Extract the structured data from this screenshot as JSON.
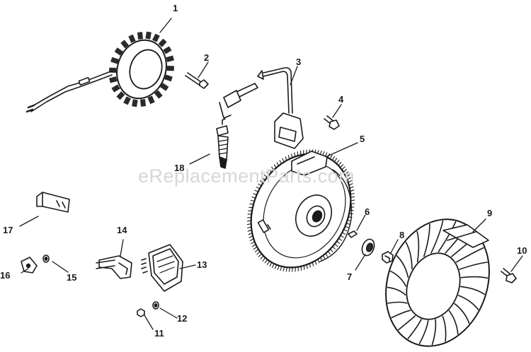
{
  "diagram": {
    "watermark": "eReplacementParts.com",
    "callouts": [
      "1",
      "2",
      "3",
      "4",
      "5",
      "6",
      "7",
      "8",
      "9",
      "10",
      "11",
      "12",
      "13",
      "14",
      "15",
      "16",
      "17",
      "18"
    ],
    "parts": [
      {
        "id": "1",
        "name": "stator"
      },
      {
        "id": "2",
        "name": "screw"
      },
      {
        "id": "3",
        "name": "ignition-module"
      },
      {
        "id": "4",
        "name": "screw"
      },
      {
        "id": "5",
        "name": "flywheel"
      },
      {
        "id": "6",
        "name": "key"
      },
      {
        "id": "7",
        "name": "washer"
      },
      {
        "id": "8",
        "name": "screw"
      },
      {
        "id": "9",
        "name": "fan"
      },
      {
        "id": "10",
        "name": "screw"
      },
      {
        "id": "11",
        "name": "screw"
      },
      {
        "id": "12",
        "name": "washer"
      },
      {
        "id": "13",
        "name": "rectifier-regulator"
      },
      {
        "id": "14",
        "name": "bracket"
      },
      {
        "id": "15",
        "name": "washer"
      },
      {
        "id": "16",
        "name": "clip"
      },
      {
        "id": "17",
        "name": "connector"
      },
      {
        "id": "18",
        "name": "spark-plug"
      }
    ]
  }
}
